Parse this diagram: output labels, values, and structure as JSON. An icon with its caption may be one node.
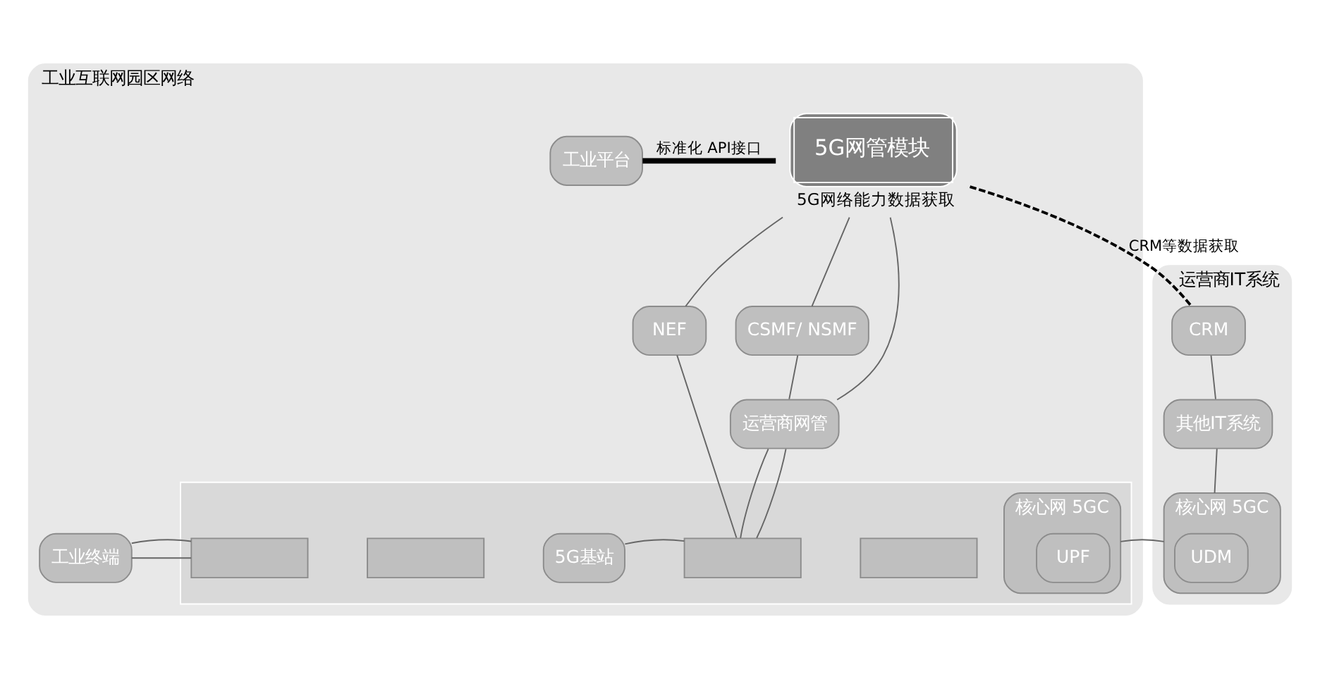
{
  "diagram": {
    "nodes": [
      {
        "text": [
          "工业互联网园区网络"
        ]
      },
      {
        "text": [
          "工业平台"
        ],
        "in": 0
      },
      {
        "text": [
          "5G网管模块"
        ],
        "in": 0,
        "beside": [
          "5G网络能力数据获取"
        ]
      },
      {
        "text": [
          "NEF"
        ],
        "in": 0
      },
      {
        "text": [
          "CSMF/ NSMF"
        ],
        "in": 0
      },
      {
        "text": [
          "运营商网管"
        ],
        "in": 0
      },
      {
        "text": [
          "工业终端"
        ],
        "in": 0
      },
      {
        "text": [],
        "shape": "box",
        "in": 0
      },
      {
        "text": [],
        "shape": "box",
        "in": 7
      },
      {
        "text": [],
        "shape": "box",
        "in": 7
      },
      {
        "text": [
          "5G基站"
        ],
        "in": 7
      },
      {
        "text": [],
        "shape": "box",
        "in": 7
      },
      {
        "text": [],
        "shape": "box",
        "in": 7
      },
      {
        "text": [
          "核心网 5GC"
        ],
        "in": 7
      },
      {
        "text": [
          "UPF"
        ],
        "in": 13
      },
      {
        "text": [
          "运营商IT系统"
        ]
      },
      {
        "text": [
          "CRM"
        ],
        "in": 15
      },
      {
        "text": [
          "其他IT系统"
        ],
        "in": 15
      },
      {
        "text": [
          "核心网 5GC"
        ],
        "in": 15
      },
      {
        "text": [
          "UDM"
        ],
        "in": 18
      }
    ],
    "edges": [
      {
        "from": 1,
        "to": 2,
        "arrow": "none",
        "label": "标准化 API接口",
        "style": "thick",
        "color": "#000000"
      },
      {
        "from": 2,
        "to": 16,
        "arrow": "none",
        "label": "CRM等数据获取",
        "style": "dashed",
        "color": "#000000"
      },
      {
        "from": 2,
        "to": 3,
        "arrow": "none"
      },
      {
        "from": 2,
        "to": 5,
        "arrow": "none"
      },
      {
        "from": 2,
        "to": 4,
        "arrow": "none"
      },
      {
        "from": 3,
        "to": 11,
        "arrow": "none"
      },
      {
        "from": 4,
        "to": 5,
        "arrow": "none"
      },
      {
        "from": 5,
        "to": 11,
        "arrow": "none"
      },
      {
        "from": 5,
        "to": 11,
        "arrow": "none"
      },
      {
        "from": 6,
        "to": 8,
        "arrow": "none"
      },
      {
        "from": 6,
        "to": 8,
        "arrow": "none"
      },
      {
        "from": 10,
        "to": 11,
        "arrow": "none"
      },
      {
        "from": 13,
        "to": 18,
        "arrow": "none"
      },
      {
        "from": 16,
        "to": 17,
        "arrow": "none"
      },
      {
        "from": 17,
        "to": 18,
        "arrow": "none"
      }
    ]
  }
}
